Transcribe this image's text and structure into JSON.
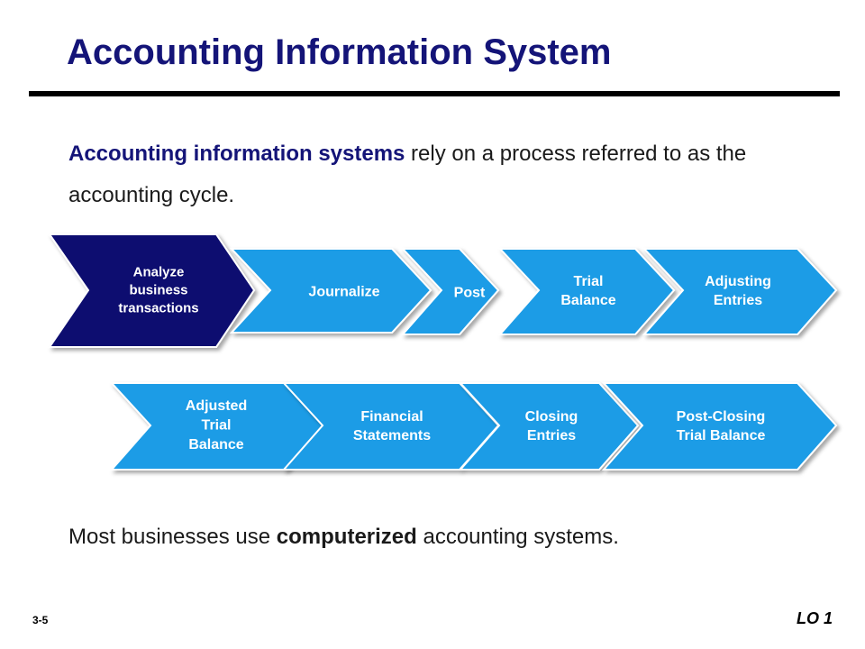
{
  "title": "Accounting Information System",
  "intro": {
    "bold": "Accounting information systems",
    "rest": " rely on a process referred to as the accounting cycle."
  },
  "cycle_steps": [
    {
      "label": "Analyze business transactions",
      "lines": [
        "Analyze",
        "business",
        "transactions"
      ],
      "active": true
    },
    {
      "label": "Journalize",
      "lines": [
        "Journalize"
      ],
      "active": false
    },
    {
      "label": "Post",
      "lines": [
        "Post"
      ],
      "active": false
    },
    {
      "label": "Trial Balance",
      "lines": [
        "Trial",
        "Balance"
      ],
      "active": false
    },
    {
      "label": "Adjusting Entries",
      "lines": [
        "Adjusting",
        "Entries"
      ],
      "active": false
    },
    {
      "label": "Adjusted Trial Balance",
      "lines": [
        "Adjusted",
        "Trial",
        "Balance"
      ],
      "active": false
    },
    {
      "label": "Financial Statements",
      "lines": [
        "Financial",
        "Statements"
      ],
      "active": false
    },
    {
      "label": "Closing Entries",
      "lines": [
        "Closing",
        "Entries"
      ],
      "active": false
    },
    {
      "label": "Post-Closing Trial Balance",
      "lines": [
        "Post-Closing",
        "Trial Balance"
      ],
      "active": false
    }
  ],
  "closing": {
    "before": "Most businesses use ",
    "bold": "computerized",
    "after": " accounting systems."
  },
  "footer": {
    "slide_number": "3-5",
    "lo": "LO 1"
  },
  "colors": {
    "active_step": "#101070",
    "step": "#1B9CE6",
    "title": "#141478"
  }
}
